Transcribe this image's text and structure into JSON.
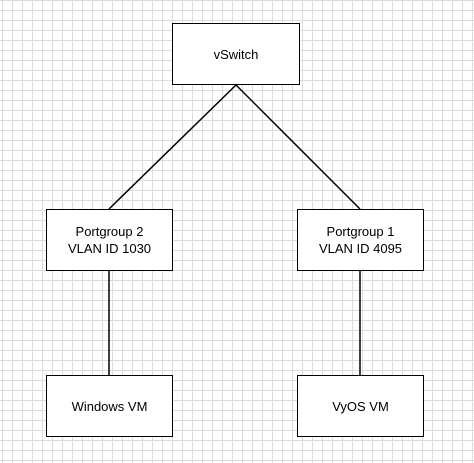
{
  "colors": {
    "background": "#ffffff",
    "grid": "#dcdcdc",
    "stroke": "#000000",
    "text": "#000000"
  },
  "nodes": {
    "vswitch": {
      "label": "vSwitch"
    },
    "portgroup2": {
      "line1": "Portgroup 2",
      "line2": "VLAN ID 1030"
    },
    "portgroup1": {
      "line1": "Portgroup 1",
      "line2": "VLAN ID 4095"
    },
    "windows_vm": {
      "label": "Windows VM"
    },
    "vyos_vm": {
      "label": "VyOS VM"
    }
  },
  "edges": [
    {
      "from": "vswitch",
      "to": "portgroup2"
    },
    {
      "from": "vswitch",
      "to": "portgroup1"
    },
    {
      "from": "portgroup2",
      "to": "windows_vm"
    },
    {
      "from": "portgroup1",
      "to": "vyos_vm"
    }
  ]
}
